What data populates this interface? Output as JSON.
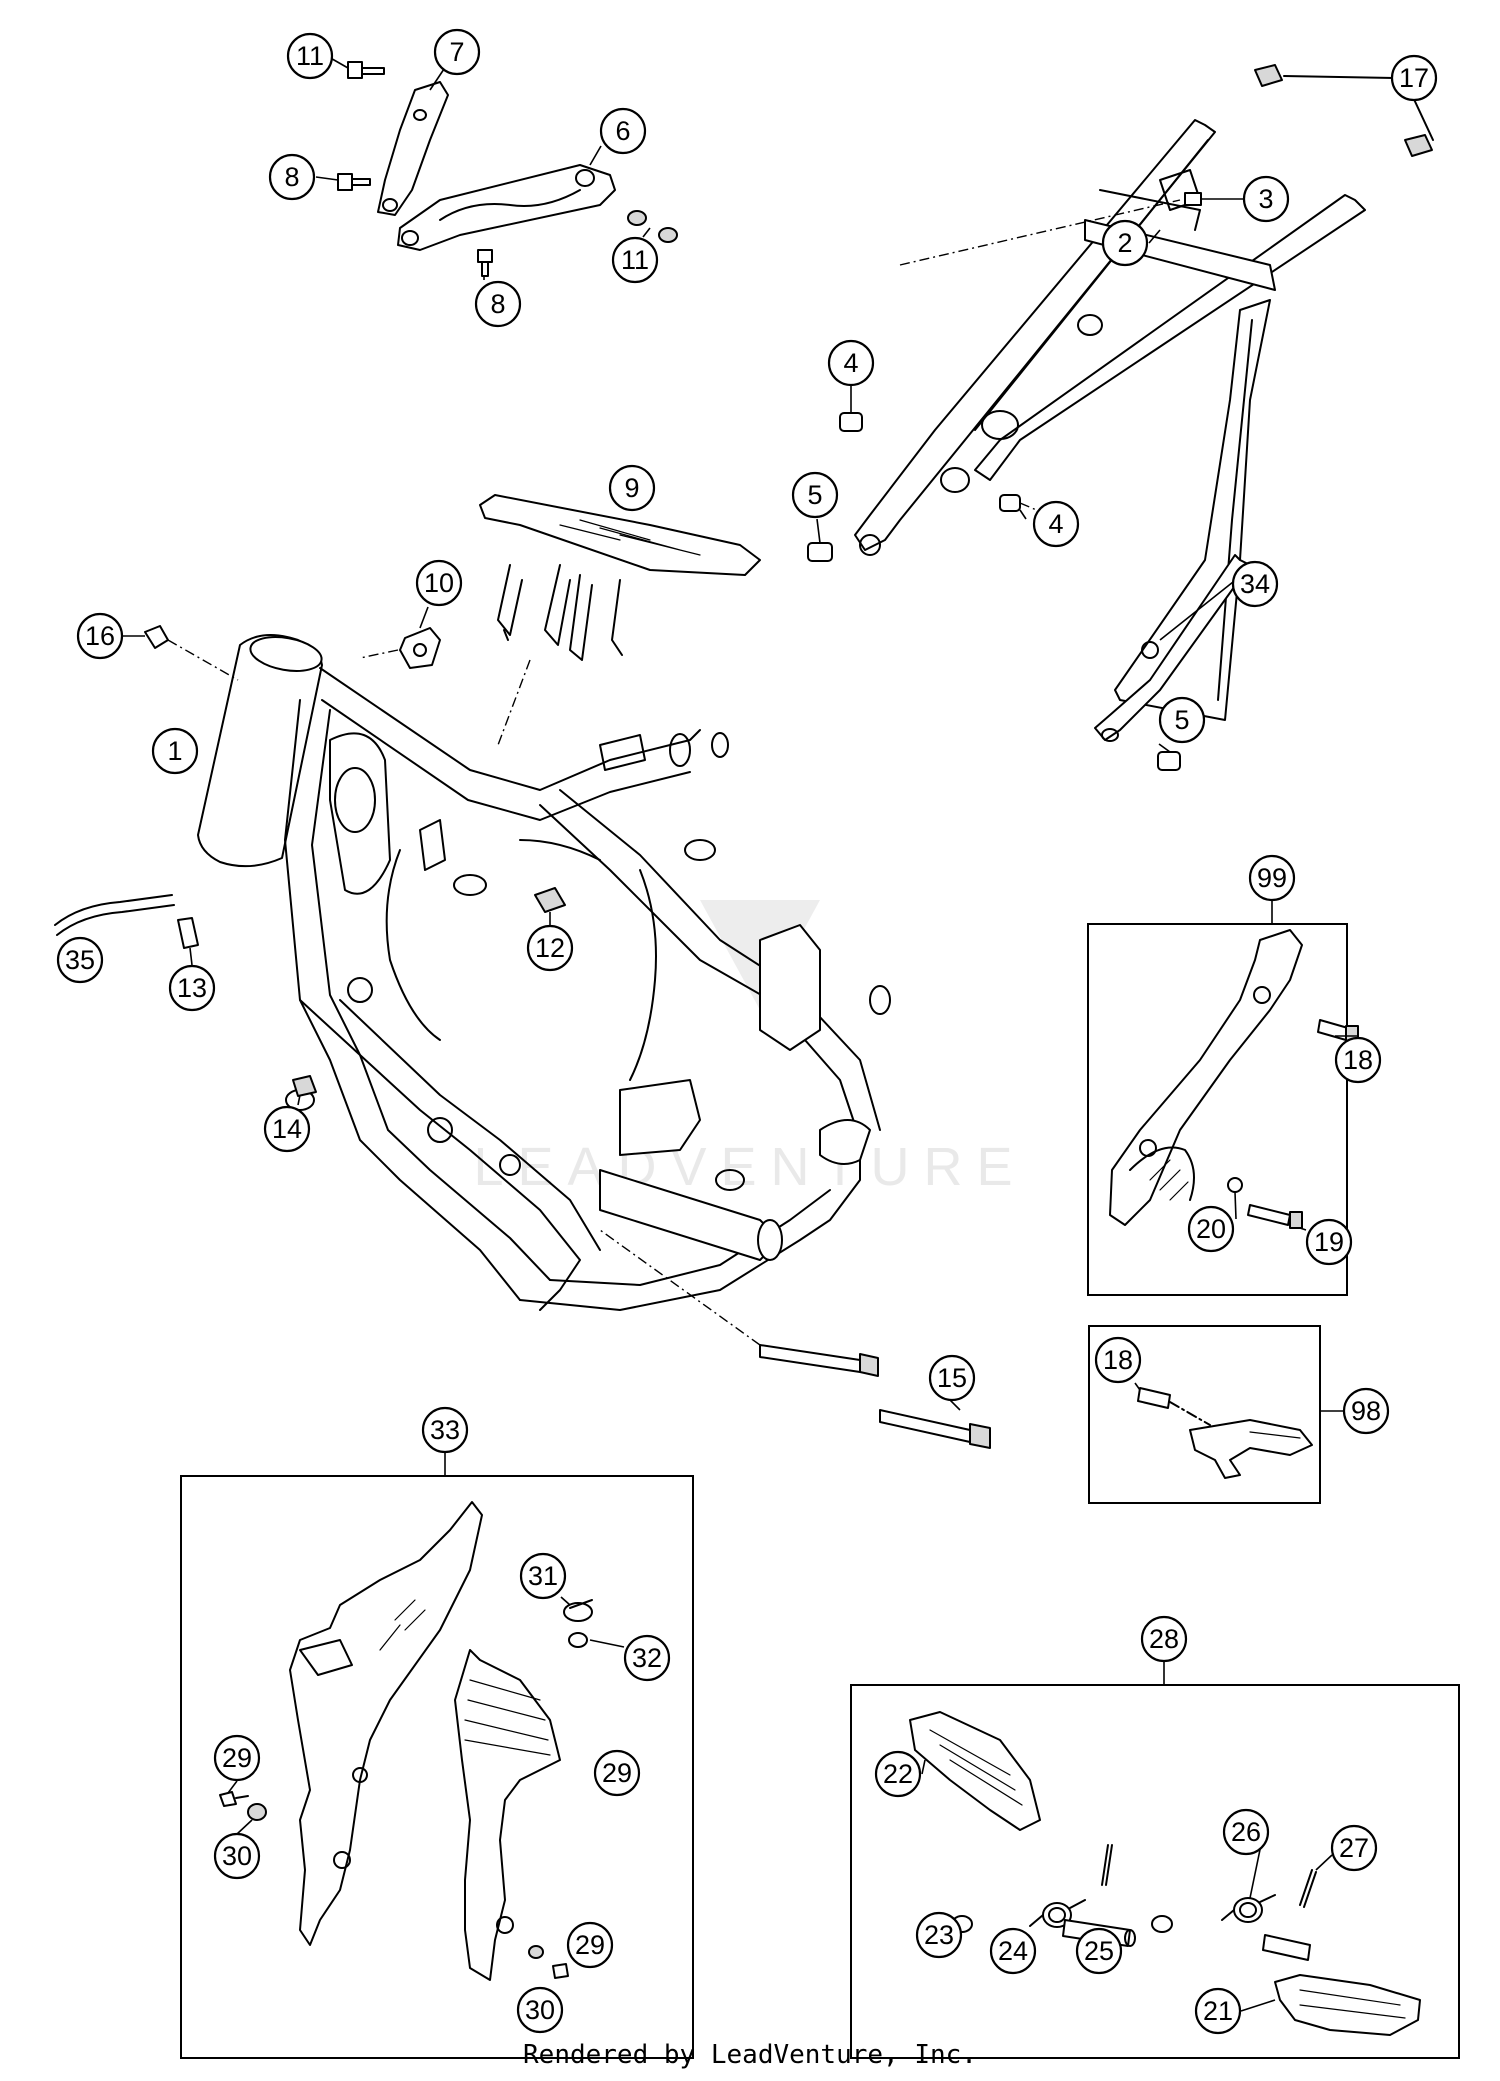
{
  "callouts": [
    {
      "id": "c11a",
      "label": "11"
    },
    {
      "id": "c7",
      "label": "7"
    },
    {
      "id": "c6",
      "label": "6"
    },
    {
      "id": "c8a",
      "label": "8"
    },
    {
      "id": "c8b",
      "label": "8"
    },
    {
      "id": "c11b",
      "label": "11"
    },
    {
      "id": "c17",
      "label": "17"
    },
    {
      "id": "c3",
      "label": "3"
    },
    {
      "id": "c2",
      "label": "2"
    },
    {
      "id": "c4a",
      "label": "4"
    },
    {
      "id": "c4b",
      "label": "4"
    },
    {
      "id": "c5a",
      "label": "5"
    },
    {
      "id": "c5b",
      "label": "5"
    },
    {
      "id": "c9",
      "label": "9"
    },
    {
      "id": "c10",
      "label": "10"
    },
    {
      "id": "c16",
      "label": "16"
    },
    {
      "id": "c1",
      "label": "1"
    },
    {
      "id": "c34",
      "label": "34"
    },
    {
      "id": "c99",
      "label": "99"
    },
    {
      "id": "c12",
      "label": "12"
    },
    {
      "id": "c35",
      "label": "35"
    },
    {
      "id": "c13",
      "label": "13"
    },
    {
      "id": "c18a",
      "label": "18"
    },
    {
      "id": "c14",
      "label": "14"
    },
    {
      "id": "c20",
      "label": "20"
    },
    {
      "id": "c19",
      "label": "19"
    },
    {
      "id": "c18b",
      "label": "18"
    },
    {
      "id": "c98",
      "label": "98"
    },
    {
      "id": "c15",
      "label": "15"
    },
    {
      "id": "c33",
      "label": "33"
    },
    {
      "id": "c31",
      "label": "31"
    },
    {
      "id": "c32",
      "label": "32"
    },
    {
      "id": "c28",
      "label": "28"
    },
    {
      "id": "c29a",
      "label": "29"
    },
    {
      "id": "c29b",
      "label": "29"
    },
    {
      "id": "c30a",
      "label": "30"
    },
    {
      "id": "c22",
      "label": "22"
    },
    {
      "id": "c26",
      "label": "26"
    },
    {
      "id": "c27",
      "label": "27"
    },
    {
      "id": "c23",
      "label": "23"
    },
    {
      "id": "c24",
      "label": "24"
    },
    {
      "id": "c25",
      "label": "25"
    },
    {
      "id": "c29c",
      "label": "29"
    },
    {
      "id": "c30b",
      "label": "30"
    },
    {
      "id": "c21",
      "label": "21"
    }
  ],
  "watermark": "LEADVENTURE",
  "credit": "Rendered by LeadVenture, Inc.",
  "colors": {
    "line": "#000000",
    "background": "#ffffff",
    "watermark": "#e9e9e9"
  }
}
